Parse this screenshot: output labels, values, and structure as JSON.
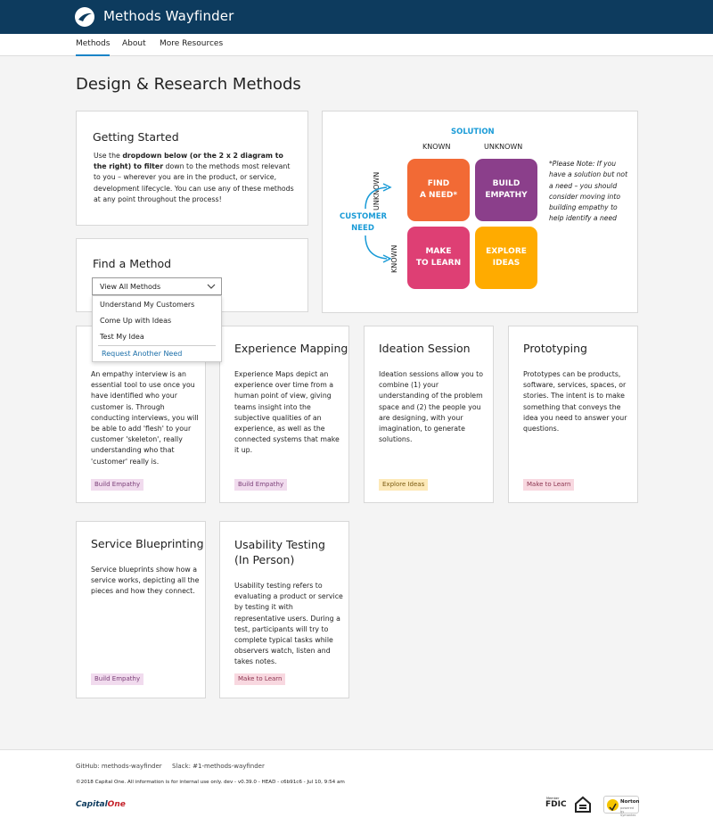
{
  "header": {
    "app_title": "Methods Wayfinder"
  },
  "nav": {
    "items": [
      {
        "label": "Methods"
      },
      {
        "label": "About"
      },
      {
        "label": "More Resources"
      }
    ]
  },
  "page": {
    "title": "Design & Research Methods"
  },
  "getting_started": {
    "title": "Getting Started",
    "text_1": "Use the ",
    "text_bold": "dropdown below (or the 2 x 2 diagram to the right) to filter",
    "text_2": " down to the methods most relevant to you – wherever you are in the product, or service, development lifecycle. You can use any of these methods at any point throughout the process!"
  },
  "find_method": {
    "title": "Find a Method",
    "selected": "View All Methods",
    "options": [
      "Understand My Customers",
      "Come Up with Ideas",
      "Test My Idea"
    ],
    "request_link": "Request Another Need"
  },
  "diagram": {
    "solution_label": "SOLUTION",
    "col_known": "KNOWN",
    "col_unknown": "UNKNOWN",
    "row_unknown": "UNKNOWN",
    "row_known": "KNOWN",
    "customer_need": [
      "CUSTOMER",
      "NEED"
    ],
    "find_need": [
      "FIND",
      "A NEED*"
    ],
    "build_empathy": [
      "BUILD",
      "EMPATHY"
    ],
    "make_to_learn": [
      "MAKE",
      "TO LEARN"
    ],
    "explore_ideas": [
      "EXPLORE",
      "IDEAS"
    ],
    "note": "*Please Note: If you have a solution but not a need – you should consider moving into building empathy to help identify a need",
    "colors": {
      "find": "#f26a35",
      "empathy": "#8b3f8b",
      "learn": "#de3f74",
      "explore": "#ffab00",
      "accent": "#1a9bd7"
    }
  },
  "methods": [
    {
      "title": "Empathy Interview",
      "visible_title": "I",
      "text": "An empathy interview is an essential tool to use once you have identified who your customer is. Through conducting interviews, you will be able to add 'flesh' to your customer 'skeleton', really understanding who that 'customer' really is.",
      "tag": "Build Empathy"
    },
    {
      "title": "Experience Mapping",
      "text": "Experience Maps depict an experience over time from a human point of view, giving teams insight into the subjective qualities of an experience, as well as the connected systems that make it up.",
      "tag": "Build Empathy"
    },
    {
      "title": "Ideation Session",
      "text": "Ideation sessions allow you to combine (1) your understanding of the problem space and (2) the people you are designing, with your imagination, to generate solutions.",
      "tag": "Explore Ideas"
    },
    {
      "title": "Prototyping",
      "text": "Prototypes can be products, software, services, spaces, or stories. The intent is to make something that conveys the idea you need to answer your questions.",
      "tag": "Make to Learn"
    },
    {
      "title": "Service Blueprinting",
      "text": "Service blueprints show how a service works, depicting all the pieces and how they connect.",
      "tag": "Build Empathy"
    },
    {
      "title_line1": "Usability Testing",
      "title_line2": "(In Person)",
      "text": "Usability testing refers to evaluating a product or service by testing it with representative users. During a test, participants will try to complete typical tasks while observers watch, listen and takes notes.",
      "tag": "Make to Learn"
    }
  ],
  "footer": {
    "github": "GitHub: methods-wayfinder",
    "slack": "Slack: #1-methods-wayfinder",
    "copyright": "©2018 Capital One. All information is for internal use only. dev - v0.39.0 - HEAD - c6b91c6 - Jul 10, 9:54 am",
    "logo_capital": "Capital",
    "logo_one": "One",
    "fdic_member": "Member",
    "fdic": "FDIC",
    "norton": "Norton",
    "norton_sub": "powered by Symantec"
  }
}
